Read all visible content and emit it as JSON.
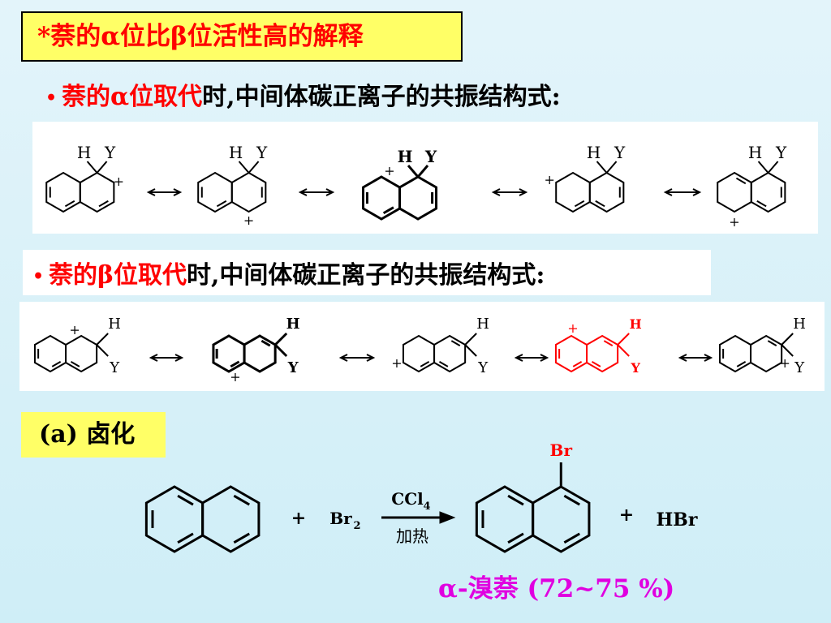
{
  "title": "*萘的α位比β位活性高的解释",
  "alpha_line": {
    "bullet": "•",
    "red": "萘的α位取代",
    "black": "时,中间体碳正离子的共振结构式:"
  },
  "beta_line": {
    "bullet": "•",
    "red": "萘的β位取代",
    "black": "时,中间体碳正离子的共振结构式:"
  },
  "section_halogenation": "(a) 卤化",
  "labels": {
    "H": "H",
    "Y": "Y",
    "plus": "+",
    "Br": "Br",
    "HBr": "HBr",
    "reagent_top": "CCl4",
    "reagent_bottom": "加热",
    "Br2": "Br2"
  },
  "reaction": {
    "reactant2": "Br",
    "reactant2_sub": "2",
    "cond_top": "CCl",
    "cond_top_sub": "4",
    "cond_bottom": "加热",
    "product_side": "HBr",
    "plus": "+"
  },
  "product_label": "α-溴萘 (72~75 %)",
  "colors": {
    "red": "#ff0000",
    "yellow": "#ffff66",
    "magenta": "#e000e0",
    "background": "#d4f0f8"
  }
}
